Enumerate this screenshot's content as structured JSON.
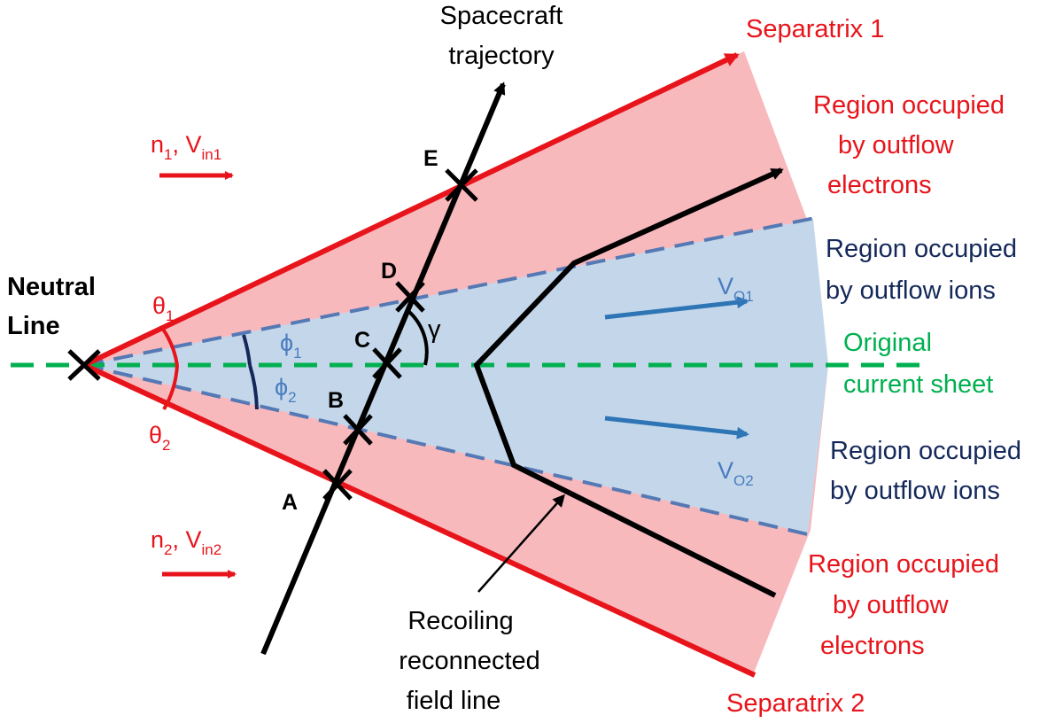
{
  "labels": {
    "neutral_line_1": "Neutral",
    "neutral_line_2": "Line",
    "spacecraft_1": "Spacecraft",
    "spacecraft_2": "trajectory",
    "separatrix_1": "Separatrix 1",
    "separatrix_2": "Separatrix 2",
    "electrons_top": [
      "Region occupied",
      "by outflow",
      "electrons"
    ],
    "ions_top": [
      "Region occupied",
      "by outflow ions"
    ],
    "original_sheet": [
      "Original",
      "current sheet"
    ],
    "ions_bottom": [
      "Region occupied",
      "by outflow ions"
    ],
    "electrons_bottom": [
      "Region occupied",
      "by outflow",
      "electrons"
    ],
    "recoiling": [
      "Recoiling",
      "reconnected",
      "field line"
    ],
    "inflow_1": {
      "n": "n",
      "n_sub": "1",
      "v": "V",
      "v_sub": "in1"
    },
    "inflow_2": {
      "n": "n",
      "n_sub": "2",
      "v": "V",
      "v_sub": "in2"
    },
    "theta_1": {
      "sym": "θ",
      "sub": "1"
    },
    "theta_2": {
      "sym": "θ",
      "sub": "2"
    },
    "phi_1": {
      "sym": "ϕ",
      "sub": "1"
    },
    "phi_2": {
      "sym": "ϕ",
      "sub": "2"
    },
    "gamma": "γ",
    "vo1": {
      "sym": "V",
      "sub": "O1"
    },
    "vo2": {
      "sym": "V",
      "sub": "O2"
    },
    "points": {
      "A": "A",
      "B": "B",
      "C": "C",
      "D": "D",
      "E": "E"
    }
  },
  "colors": {
    "separatrix": "#e8141b",
    "electron_region": "#f8b9bd",
    "ion_region": "#c4d7ea",
    "ion_boundary": "#5579b4",
    "current_sheet": "#00b050",
    "outflow_arrow": "#2e75b6"
  }
}
